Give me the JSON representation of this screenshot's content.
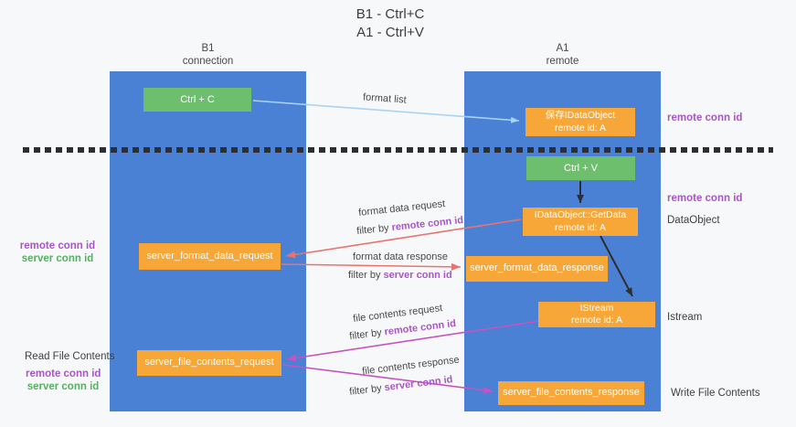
{
  "title": {
    "line1": "B1 - Ctrl+C",
    "line2": "A1 - Ctrl+V"
  },
  "columns": {
    "left": {
      "name": "B1",
      "role": "connection"
    },
    "right": {
      "name": "A1",
      "role": "remote"
    }
  },
  "nodes": {
    "ctrl_c": {
      "label": "Ctrl + C"
    },
    "save_idataobject": {
      "line1": "保存IDataObject",
      "line2": "remote id: A"
    },
    "ctrl_v": {
      "label": "Ctrl + V"
    },
    "getdata": {
      "line1": "IDataObject::GetData",
      "line2": "remote id: A"
    },
    "format_request": {
      "label": "server_format_data_request"
    },
    "format_response": {
      "label": "server_format_data_response"
    },
    "istream": {
      "line1": "IStream",
      "line2": "remote id: A"
    },
    "file_request": {
      "label": "server_file_contents_request"
    },
    "file_response": {
      "label": "server_file_contents_response"
    }
  },
  "edges": {
    "format_list": "format list",
    "format_request": "format data request",
    "format_response": "format data response",
    "file_request": "file contents request",
    "file_response": "file contents response",
    "filter_by": "filter by ",
    "remote_conn_id": "remote conn id",
    "server_conn_id": "server conn id"
  },
  "annotations": {
    "remote_conn_id": "remote conn id",
    "server_conn_id": "server conn id",
    "dataobject": "DataObject",
    "istream": "Istream",
    "read_file_contents": "Read File Contents",
    "write_file_contents": "Write File Contents"
  },
  "colors": {
    "column_blue": "#4a81d4",
    "node_green": "#6dbf6e",
    "node_orange": "#f7a737",
    "arrow_salmon": "#e8746e",
    "arrow_magenta": "#c653c0",
    "arrow_lightblue": "#a9d3f2",
    "arrow_black": "#2e2e2e",
    "text_purple": "#a855c8",
    "text_green": "#55b05f"
  }
}
